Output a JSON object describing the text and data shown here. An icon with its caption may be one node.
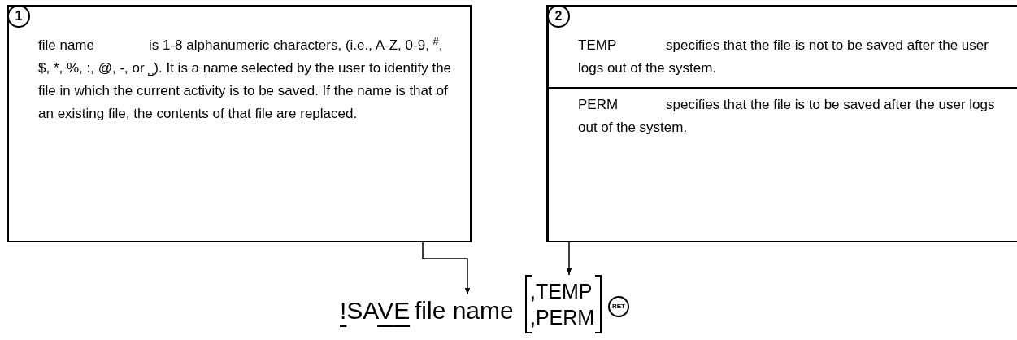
{
  "diagram": {
    "nodes": [
      {
        "text": [
          "1",
          "file name",
          "is 1-8 alphanumeric characters, (i.e., A-Z, 0-9, $^{#}$, $, *, %, :, @, -, or ⎵). It is a name selected by the user to identify the file in which the current activity is to be saved. If the name is that of an existing file, the contents of that file are replaced."
        ]
      },
      {
        "text": [
          "2"
        ]
      },
      {
        "text": [
          "TEMP",
          "specifies that the file is not to be saved after the user logs out of the system."
        ],
        "in": 1
      },
      {
        "text": [
          "PERM",
          "specifies that the file is to be saved after the user logs out of the system."
        ],
        "in": 1
      },
      {
        "text": [
          "file name"
        ]
      },
      {
        "text": [
          ",TEMP",
          ",PERM"
        ]
      }
    ],
    "edges": [
      {
        "from": 0,
        "to": 4,
        "arrow": "to"
      },
      {
        "from": 1,
        "to": 5,
        "arrow": "to"
      }
    ],
    "labels": [
      "!SAVE",
      "RET"
    ]
  }
}
